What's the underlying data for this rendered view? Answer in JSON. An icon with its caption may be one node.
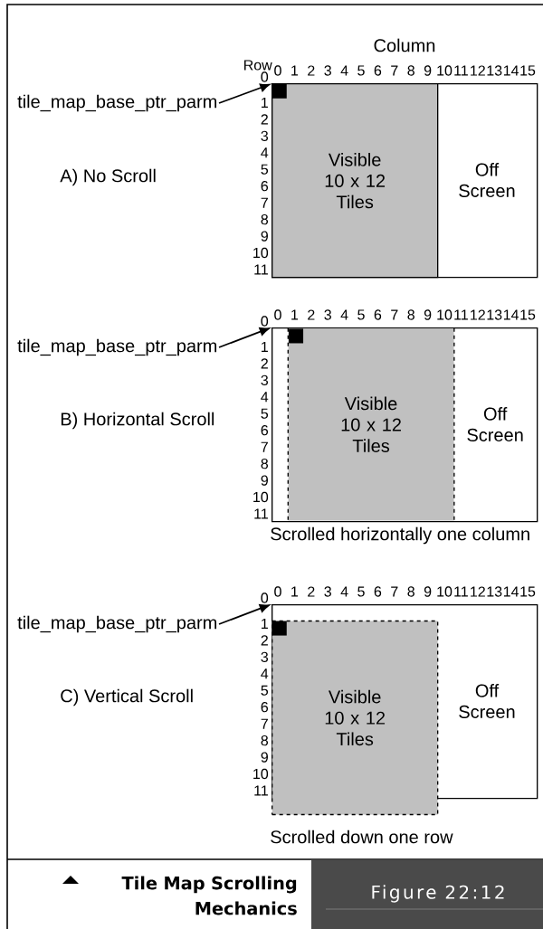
{
  "diagram": {
    "title": "Tile Map Scrolling Mechanics",
    "caption": "Figure 22:12",
    "nodes": [
      {
        "text": [],
        "shape": "box"
      },
      {
        "text": [
          "Visible 10 x 12 Tiles"
        ],
        "in": 0
      },
      {
        "text": [],
        "shape": "box",
        "in": 1
      },
      {
        "text": [
          "Off Screen"
        ],
        "in": 0
      },
      {
        "text": [
          "tile_map_base_ptr_parm"
        ]
      },
      {
        "text": [],
        "shape": "box"
      },
      {
        "text": [
          "Visible 10 x 12 Tiles"
        ],
        "in": 5
      },
      {
        "text": [],
        "shape": "box",
        "in": 6
      },
      {
        "text": [
          "Off Screen"
        ],
        "in": 5
      },
      {
        "text": [
          "tile_map_base_ptr_parm"
        ]
      },
      {
        "text": [],
        "shape": "box"
      },
      {
        "text": [
          "Visible 10 x 12 Tiles"
        ]
      },
      {
        "text": [],
        "shape": "box",
        "in": 11
      },
      {
        "text": [
          "Off Screen"
        ],
        "in": 10
      },
      {
        "text": [
          "tile_map_base_ptr_parm"
        ]
      }
    ],
    "edges": [
      {
        "from": 4,
        "to": 2,
        "arrow": "to"
      },
      {
        "from": 9,
        "to": 5,
        "arrow": "to"
      },
      {
        "from": 14,
        "to": 10,
        "arrow": "to"
      }
    ],
    "labels": [
      "Column",
      "Row",
      "0",
      "1",
      "2",
      "3",
      "4",
      "5",
      "6",
      "7",
      "8",
      "9",
      "10",
      "11",
      "12",
      "13",
      "14",
      "15",
      "0",
      "1",
      "2",
      "3",
      "4",
      "5",
      "6",
      "7",
      "8",
      "9",
      "10",
      "11",
      "A) No Scroll",
      "0",
      "1",
      "2",
      "3",
      "4",
      "5",
      "6",
      "7",
      "8",
      "9",
      "10",
      "11",
      "12",
      "13",
      "14",
      "15",
      "0",
      "1",
      "2",
      "3",
      "4",
      "5",
      "6",
      "7",
      "8",
      "9",
      "10",
      "11",
      "B) Horizontal Scroll",
      "Scrolled horizontally one column",
      "0",
      "1",
      "2",
      "3",
      "4",
      "5",
      "6",
      "7",
      "8",
      "9",
      "10",
      "11",
      "12",
      "13",
      "14",
      "15",
      "0",
      "1",
      "2",
      "3",
      "4",
      "5",
      "6",
      "7",
      "8",
      "9",
      "10",
      "11",
      "C) Vertical Scroll",
      "Scrolled down one row"
    ]
  }
}
